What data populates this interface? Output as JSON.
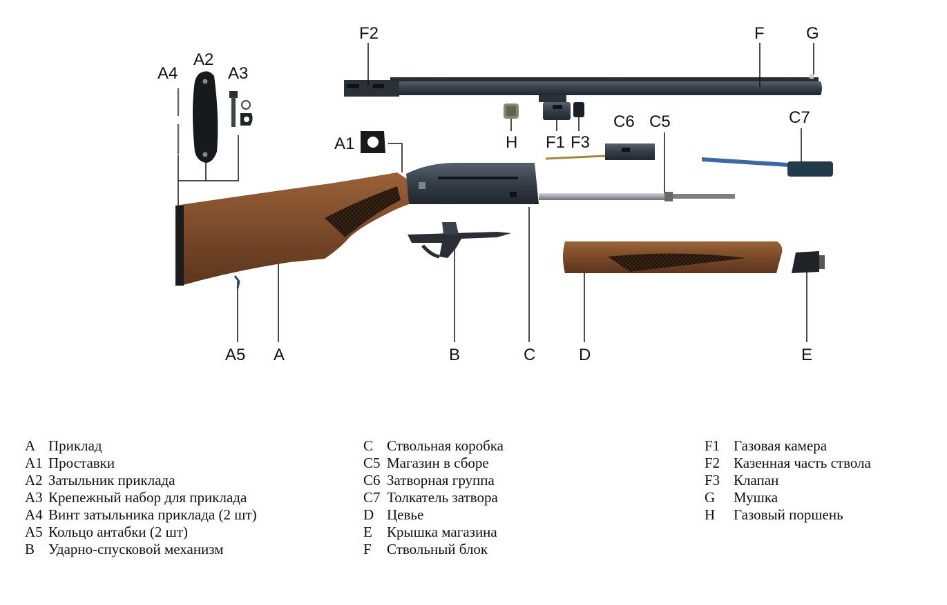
{
  "callouts": {
    "A": "A",
    "A1": "A1",
    "A2": "A2",
    "A3": "A3",
    "A4": "A4",
    "A5": "A5",
    "B": "B",
    "C": "C",
    "C5": "C5",
    "C6": "C6",
    "C7": "C7",
    "D": "D",
    "E": "E",
    "F": "F",
    "F1": "F1",
    "F2": "F2",
    "F3": "F3",
    "G": "G",
    "H": "H"
  },
  "legend": {
    "col1": [
      {
        "code": "A",
        "text": "Приклад"
      },
      {
        "code": "A1",
        "text": "Проставки"
      },
      {
        "code": "A2",
        "text": "Затыльник приклада"
      },
      {
        "code": "A3",
        "text": "Крепежный набор для приклада"
      },
      {
        "code": "A4",
        "text": "Винт затыльника приклада (2 шт)"
      },
      {
        "code": "A5",
        "text": "Кольцо антабки (2 шт)"
      },
      {
        "code": "B",
        "text": "Ударно-спусковой механизм"
      }
    ],
    "col2": [
      {
        "code": "C",
        "text": "Ствольная коробка"
      },
      {
        "code": "C5",
        "text": "Магазин в сборе"
      },
      {
        "code": "C6",
        "text": "Затворная группа"
      },
      {
        "code": "C7",
        "text": "Толкатель затвора"
      },
      {
        "code": "D",
        "text": "Цевье"
      },
      {
        "code": "E",
        "text": "Крышка магазина"
      },
      {
        "code": "F",
        "text": "Ствольный блок"
      }
    ],
    "col3": [
      {
        "code": "F1",
        "text": "Газовая камера"
      },
      {
        "code": "F2",
        "text": "Казенная часть ствола"
      },
      {
        "code": "F3",
        "text": "Клапан"
      },
      {
        "code": "G",
        "text": "Мушка"
      },
      {
        "code": "H",
        "text": "Газовый поршень"
      }
    ]
  },
  "colors": {
    "wood": "#7a4a2a",
    "wood_dark": "#4e2c17",
    "metal": "#3a4550",
    "steel": "#9aa0a6",
    "blue_steel": "#2f5d9a",
    "black": "#151515"
  }
}
